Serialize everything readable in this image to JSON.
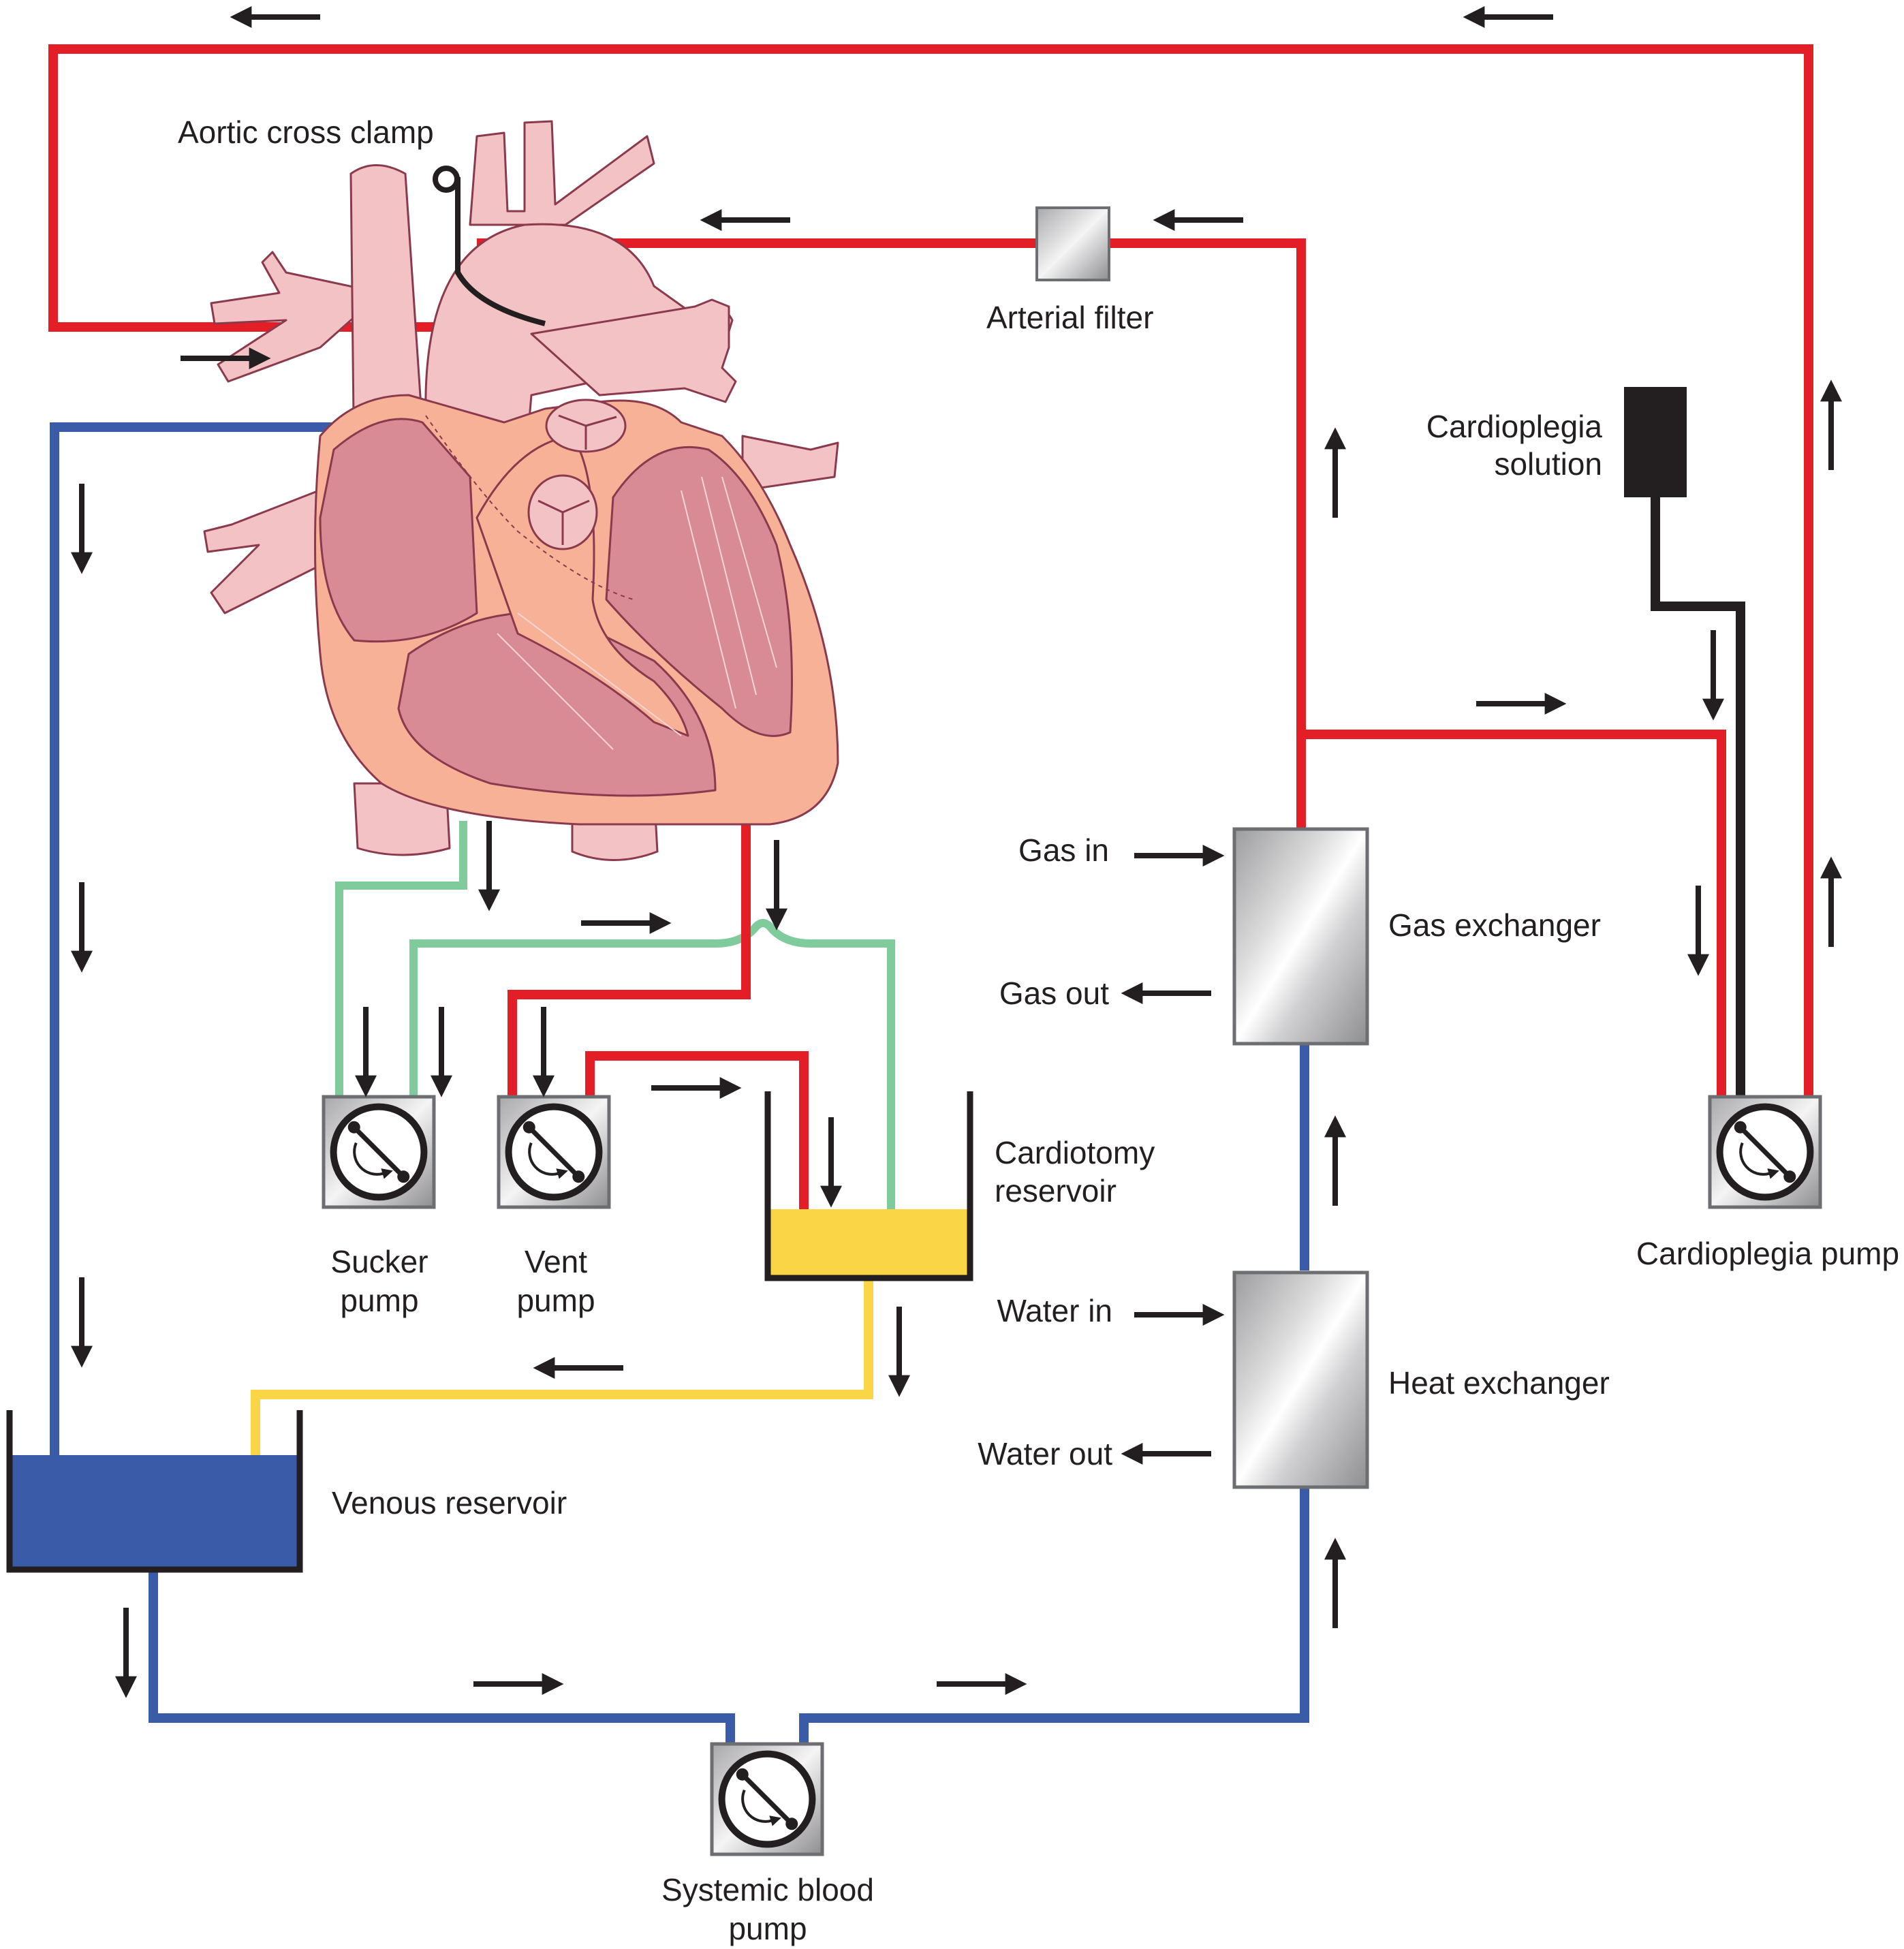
{
  "labels": {
    "aortic_cross_clamp": "Aortic cross clamp",
    "arterial_filter": "Arterial filter",
    "cardioplegia_solution_line1": "Cardioplegia",
    "cardioplegia_solution_line2": "solution",
    "gas_in": "Gas in",
    "gas_out": "Gas out",
    "gas_exchanger": "Gas exchanger",
    "cardiotomy_reservoir_line1": "Cardiotomy",
    "cardiotomy_reservoir_line2": "reservoir",
    "sucker_pump_line1": "Sucker",
    "sucker_pump_line2": "pump",
    "vent_pump_line1": "Vent",
    "vent_pump_line2": "pump",
    "cardioplegia_pump": "Cardioplegia pump",
    "water_in": "Water in",
    "water_out": "Water out",
    "heat_exchanger": "Heat exchanger",
    "venous_reservoir": "Venous reservoir",
    "systemic_blood_pump_line1": "Systemic blood",
    "systemic_blood_pump_line2": "pump"
  },
  "colors": {
    "arterial_line": "#e41e26",
    "venous_line": "#3a5ca8",
    "sucker_line": "#7fcb9c",
    "cardiotomy_return_line": "#fad646",
    "cardioplegia_line": "#231f20",
    "heart_fill": "#f3c2c4",
    "heart_muscle": "#f6b196",
    "heart_chamber": "#d88a95",
    "heart_outline": "#8b3a4e"
  }
}
